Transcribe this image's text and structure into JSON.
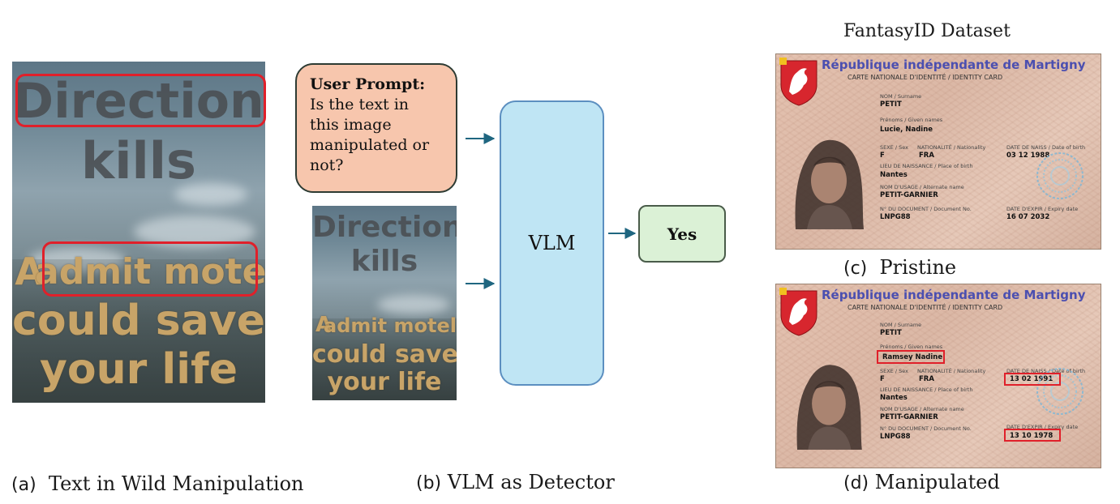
{
  "panel_a": {
    "photo_lines": [
      "Direction",
      "kills",
      "A",
      "admit motel",
      "could save",
      "your life"
    ],
    "caption_tag": "(a)",
    "caption_text": "Text in Wild Manipulation"
  },
  "panel_b": {
    "prompt_title": "User Prompt:",
    "prompt_lines": [
      "Is the text in",
      "this image",
      "manipulated or",
      "not?"
    ],
    "thumb_lines": [
      "Direction",
      "kills",
      "A",
      "admit motel",
      "could save",
      "your life"
    ],
    "vlm_label": "VLM",
    "output_label": "Yes",
    "caption_tag": "(b)",
    "caption_text": "VLM as Detector"
  },
  "panel_cd": {
    "dataset_title": "FantasyID Dataset",
    "pristine_tag": "(c)",
    "pristine_text": "Pristine",
    "manipulated_tag": "(d)",
    "manipulated_text": "Manipulated"
  },
  "id_card_common": {
    "header": "République indépendante de Martigny",
    "subheader": "CARTE NATIONALE D'IDENTITÉ / IDENTITY CARD",
    "label_surname": "NOM / Surname",
    "label_given": "Prénoms / Given names",
    "label_sex": "SEXE / Sex",
    "label_nat": "NATIONALITÉ / Nationality",
    "label_dob": "DATE DE NAISS / Date of birth",
    "label_pob": "LIEU DE NAISSANCE / Place of birth",
    "label_alt": "NOM D'USAGE / Alternate name",
    "label_docno": "N° DU DOCUMENT / Document No.",
    "label_expiry": "DATE D'EXPIR / Expiry date"
  },
  "id_card_pristine": {
    "surname": "PETIT",
    "given": "Lucie, Nadine",
    "sex": "F",
    "nationality": "FRA",
    "dob": "03 12 1988",
    "pob": "Nantes",
    "alt": "PETIT-GARNIER",
    "docno": "LNPG88",
    "expiry": "16 07 2032"
  },
  "id_card_manipulated": {
    "surname": "PETIT",
    "given": "Ramsey Nadine",
    "sex": "F",
    "nationality": "FRA",
    "dob": "13 02 1991",
    "pob": "Nantes",
    "alt": "PETIT-GARNIER",
    "docno": "LNPG88",
    "expiry": "13 10 1978"
  },
  "colors": {
    "highlight_red": "#e0202a",
    "prompt_fill": "#f7c6ad",
    "vlm_fill": "#bfe5f4",
    "yes_fill": "#dbf1d6",
    "arrow": "#1f6680",
    "id_header_blue": "#4b4fb0"
  }
}
